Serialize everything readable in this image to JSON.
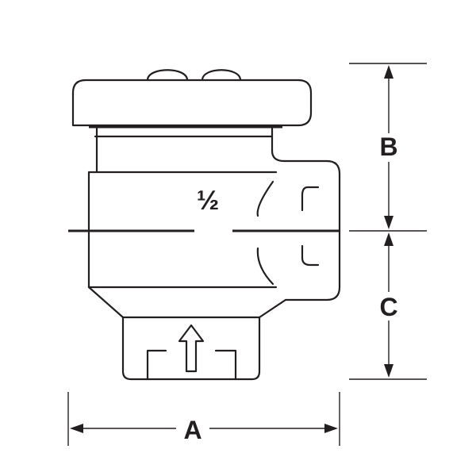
{
  "diagram": {
    "size_label": "½",
    "dimension_labels": {
      "a": "A",
      "b": "B",
      "c": "C"
    },
    "line_color": "#231f20",
    "background_color": "#ffffff"
  }
}
